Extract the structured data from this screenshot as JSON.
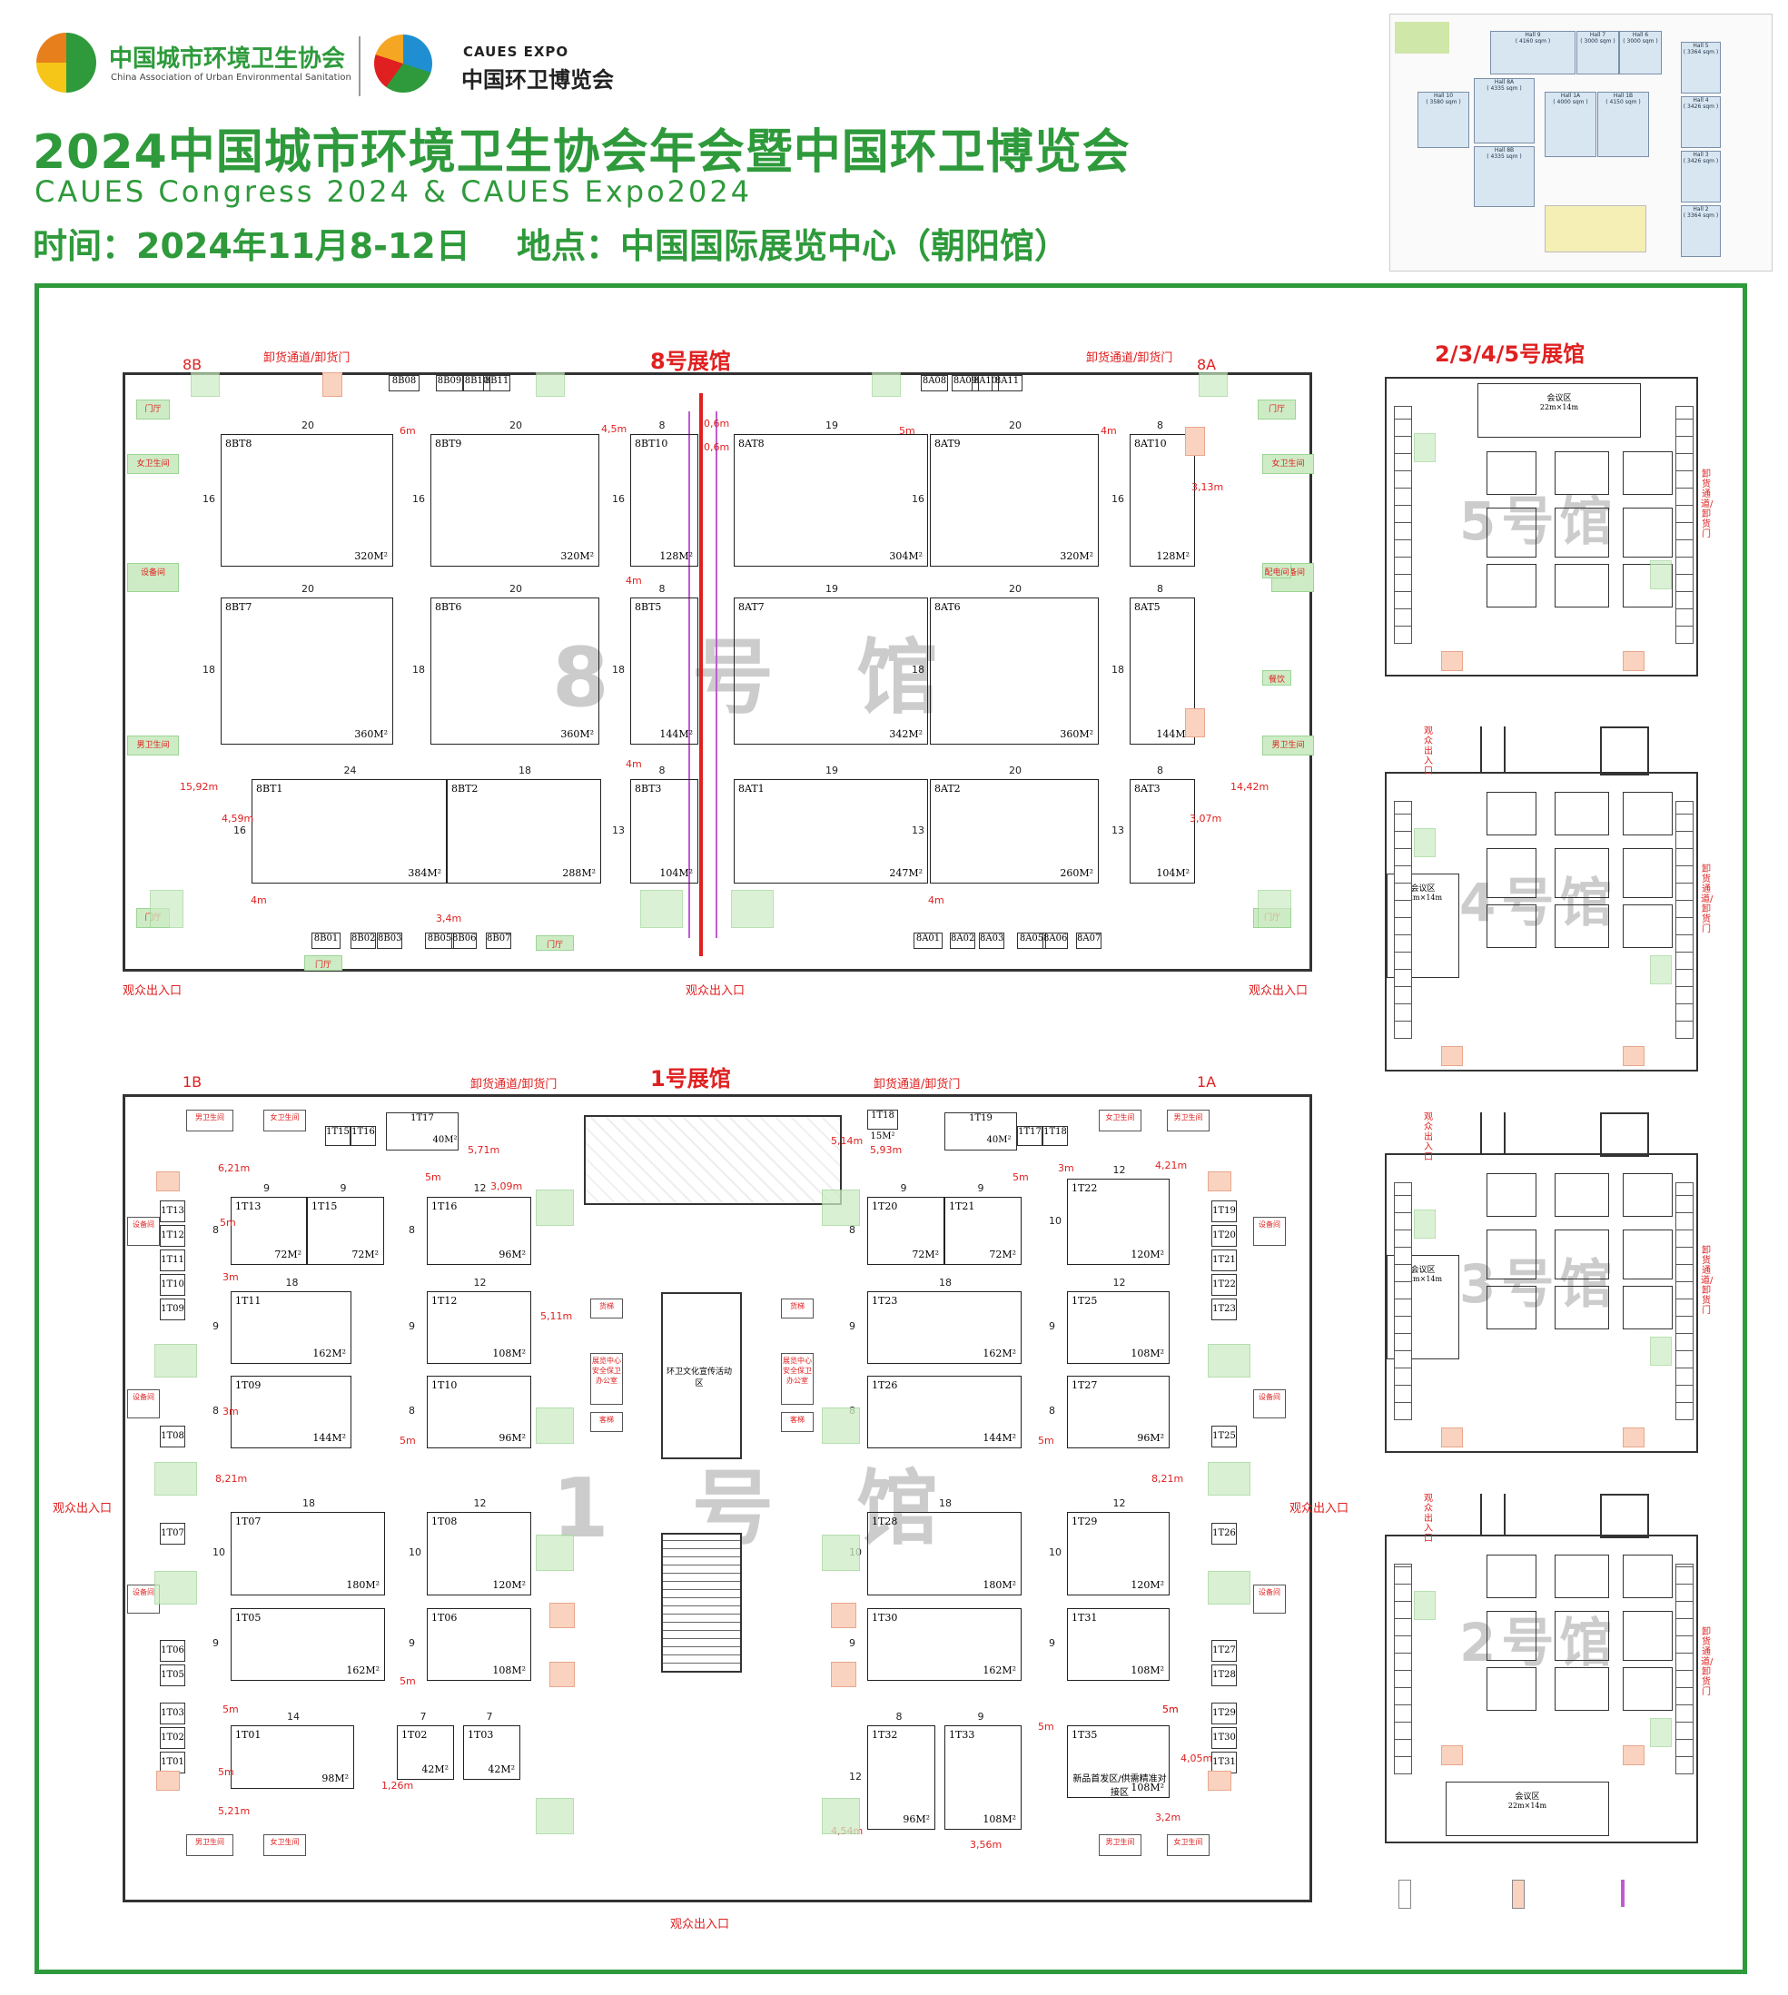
{
  "header": {
    "org_name": "中国城市环境卫生协会",
    "org_name_en": "China Association of Urban Environmental Sanitation",
    "expo_brand": "CAUES EXPO",
    "expo_name": "中国环卫博览会",
    "title": "2024中国城市环境卫生协会年会暨中国环卫博览会",
    "subtitle": "CAUES Congress 2024 & CAUES Expo2024",
    "time_venue": "时间：2024年11月8-12日　 地点：中国国际展览中心（朝阳馆）"
  },
  "colors": {
    "brand_green": "#2e9a3b",
    "label_red": "#e02020"
  },
  "minimap": {
    "halls": [
      {
        "name": "Hall 9",
        "area": "( 4160 sqm )"
      },
      {
        "name": "Hall 7",
        "area": "( 3000 sqm )"
      },
      {
        "name": "Hall 6",
        "area": "( 3000 sqm )"
      },
      {
        "name": "Hall 10",
        "area": "( 3580 sqm )"
      },
      {
        "name": "Hall 8A",
        "area": "( 4335 sqm )"
      },
      {
        "name": "Hall 1A",
        "area": "( 4000 sqm )"
      },
      {
        "name": "Hall 1B",
        "area": "( 4150 sqm )"
      },
      {
        "name": "Hall 8B",
        "area": "( 4335 sqm )"
      },
      {
        "name": "Hall 5",
        "area": "( 3364 sqm )"
      },
      {
        "name": "Hall 4",
        "area": "( 3426 sqm )"
      },
      {
        "name": "Hall 3",
        "area": "( 3426 sqm )"
      },
      {
        "name": "Hall 2",
        "area": "( 3364 sqm )"
      }
    ]
  },
  "hall8": {
    "title": "8号展馆",
    "watermark": "8 号 馆",
    "corner_left": "8B",
    "corner_right": "8A",
    "unload": "卸货通道/卸货门",
    "entrance": "观众出入口",
    "booths": [
      {
        "id": "8BT8",
        "area": "320M²",
        "w": "20",
        "h": "16"
      },
      {
        "id": "8BT9",
        "area": "320M²",
        "w": "20",
        "h": "16"
      },
      {
        "id": "8BT10",
        "area": "128M²",
        "w": "8",
        "h": "16"
      },
      {
        "id": "8AT8",
        "area": "304M²",
        "w": "19",
        "h": ""
      },
      {
        "id": "8AT9",
        "area": "320M²",
        "w": "20",
        "h": "16"
      },
      {
        "id": "8AT10",
        "area": "128M²",
        "w": "8",
        "h": "16"
      },
      {
        "id": "8BT7",
        "area": "360M²",
        "w": "20",
        "h": "18"
      },
      {
        "id": "8BT6",
        "area": "360M²",
        "w": "20",
        "h": "18"
      },
      {
        "id": "8BT5",
        "area": "144M²",
        "w": "8",
        "h": "18"
      },
      {
        "id": "8AT7",
        "area": "342M²",
        "w": "19",
        "h": ""
      },
      {
        "id": "8AT6",
        "area": "360M²",
        "w": "20",
        "h": "18"
      },
      {
        "id": "8AT5",
        "area": "144M²",
        "w": "8",
        "h": "18"
      },
      {
        "id": "8BT1",
        "area": "384M²",
        "w": "24",
        "h": "16"
      },
      {
        "id": "8BT2",
        "area": "288M²",
        "w": "18",
        "h": ""
      },
      {
        "id": "8BT3",
        "area": "104M²",
        "w": "8",
        "h": "13"
      },
      {
        "id": "8AT1",
        "area": "247M²",
        "w": "19",
        "h": ""
      },
      {
        "id": "8AT2",
        "area": "260M²",
        "w": "20",
        "h": "13"
      },
      {
        "id": "8AT3",
        "area": "104M²",
        "w": "8",
        "h": "13"
      }
    ],
    "small_top": [
      "8B08",
      "8B09",
      "8B10",
      "8B11",
      "8A08",
      "8A09",
      "8A10",
      "8A11"
    ],
    "small_bottom": [
      "8B01",
      "8B02",
      "8B03",
      "8B05",
      "8B06",
      "8B07",
      "8A01",
      "8A02",
      "8A03",
      "8A05",
      "8A06",
      "8A07"
    ],
    "dims": [
      "6m",
      "4,5m",
      "0,6m",
      "0,6m",
      "5m",
      "4m",
      "4m",
      "4m",
      "4m",
      "4m",
      "15,92m",
      "4,59m",
      "14,42m",
      "3,07m",
      "3,13m",
      "3,4m"
    ],
    "services": [
      "女卫生间",
      "男卫生间",
      "设备间",
      "门厅",
      "门厅",
      "门厅",
      "门厅",
      "女卫生间",
      "男卫生间",
      "设备间",
      "门厅",
      "门厅",
      "餐饮",
      "配电间"
    ]
  },
  "hall1": {
    "title": "1号展馆",
    "watermark": "1 号 馆",
    "corner_left": "1B",
    "corner_right": "1A",
    "unload": "卸货通道/卸货门",
    "entrance": "观众出入口",
    "booths": [
      {
        "id": "1T13",
        "area": "72M²",
        "w": "9",
        "h": "8"
      },
      {
        "id": "1T15",
        "area": "72M²",
        "w": "9",
        "h": ""
      },
      {
        "id": "1T16",
        "area": "96M²",
        "w": "12",
        "h": "8"
      },
      {
        "id": "1T11",
        "area": "162M²",
        "w": "18",
        "h": "9"
      },
      {
        "id": "1T12",
        "area": "108M²",
        "w": "12",
        "h": "9"
      },
      {
        "id": "1T09",
        "area": "144M²",
        "w": "",
        "h": "8"
      },
      {
        "id": "1T10",
        "area": "96M²",
        "w": "",
        "h": "8"
      },
      {
        "id": "1T07",
        "area": "180M²",
        "w": "18",
        "h": "10"
      },
      {
        "id": "1T08",
        "area": "120M²",
        "w": "12",
        "h": "10"
      },
      {
        "id": "1T05",
        "area": "162M²",
        "w": "",
        "h": "9"
      },
      {
        "id": "1T06",
        "area": "108M²",
        "w": "",
        "h": "9"
      },
      {
        "id": "1T01",
        "area": "98M²",
        "w": "14",
        "h": ""
      },
      {
        "id": "1T02",
        "area": "42M²",
        "w": "7",
        "h": ""
      },
      {
        "id": "1T03",
        "area": "42M²",
        "w": "7",
        "h": ""
      },
      {
        "id": "1T20",
        "area": "72M²",
        "w": "9",
        "h": "8"
      },
      {
        "id": "1T21",
        "area": "72M²",
        "w": "9",
        "h": ""
      },
      {
        "id": "1T22",
        "area": "120M²",
        "w": "12",
        "h": "10"
      },
      {
        "id": "1T23",
        "area": "162M²",
        "w": "18",
        "h": "9"
      },
      {
        "id": "1T25",
        "area": "108M²",
        "w": "12",
        "h": "9"
      },
      {
        "id": "1T26",
        "area": "144M²",
        "w": "",
        "h": "8"
      },
      {
        "id": "1T27",
        "area": "96M²",
        "w": "",
        "h": "8"
      },
      {
        "id": "1T28",
        "area": "180M²",
        "w": "18",
        "h": "10"
      },
      {
        "id": "1T29",
        "area": "120M²",
        "w": "12",
        "h": "10"
      },
      {
        "id": "1T30",
        "area": "162M²",
        "w": "",
        "h": "9"
      },
      {
        "id": "1T31",
        "area": "108M²",
        "w": "",
        "h": "9"
      },
      {
        "id": "1T32",
        "area": "96M²",
        "w": "8",
        "h": "12"
      },
      {
        "id": "1T33",
        "area": "108M²",
        "w": "9",
        "h": ""
      },
      {
        "id": "1T35",
        "area": "108M²",
        "w": "",
        "h": ""
      }
    ],
    "t35_note": "新品首发区/供需精准对接区",
    "center_label": "环卫文化宣传活动区",
    "small_left": [
      "1T13",
      "1T12",
      "1T11",
      "1T10",
      "1T09",
      "1T08",
      "1T07",
      "1T06",
      "1T05",
      "1T03",
      "1T02",
      "1T01"
    ],
    "small_right": [
      "1T19",
      "1T20",
      "1T21",
      "1T22",
      "1T23",
      "1T25",
      "1T26",
      "1T27",
      "1T28",
      "1T29",
      "1T30",
      "1T31"
    ],
    "top_left": [
      "1T15",
      "1T16",
      "1T17",
      "40M²"
    ],
    "top_right": [
      "1T18",
      "15M²",
      "1T19",
      "40M²",
      "1T17",
      "1T18"
    ],
    "dims": [
      "6,21m",
      "5m",
      "5,71m",
      "3,09m",
      "5m",
      "5,11m",
      "3m",
      "3m",
      "5m",
      "8,21m",
      "5m",
      "5m",
      "5m",
      "1,26m",
      "5,21m",
      "5,14m",
      "5,93m",
      "5m",
      "3m",
      "4,21m",
      "5m",
      "8,21m",
      "5m",
      "5m",
      "5m",
      "4,05m",
      "3,2m",
      "3,56m",
      "4,54m"
    ],
    "services": [
      "男卫生间",
      "女卫生间",
      "女卫生间",
      "男卫生间",
      "设备间",
      "设备间",
      "设备间",
      "设备间",
      "设备间",
      "设备间",
      "男卫生间",
      "女卫生间",
      "男卫生间",
      "女卫生间",
      "展览中心安全保卫办公室",
      "展览中心安全保卫办公室",
      "货梯",
      "货梯",
      "客梯",
      "客梯"
    ]
  },
  "halls2345": {
    "title": "2/3/4/5号展馆",
    "watermarks": [
      "5号馆",
      "4号馆",
      "3号馆",
      "2号馆"
    ],
    "meeting": "会议区",
    "meeting_size": "22m×14m",
    "side_label": "卸货通道/卸货门",
    "entrance_v": "观众出入口"
  },
  "footer_legend": [
    "",
    ""
  ]
}
